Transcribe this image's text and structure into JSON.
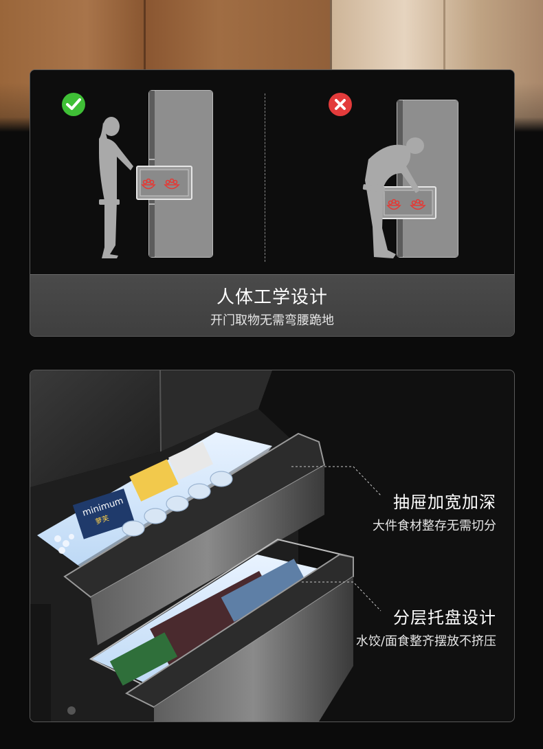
{
  "ergonomics": {
    "title": "人体工学设计",
    "subtitle": "开门取物无需弯腰跪地",
    "correct_icon": "check-icon",
    "wrong_icon": "cross-icon"
  },
  "drawers": {
    "features": [
      {
        "title": "抽屉加宽加深",
        "subtitle": "大件食材整存无需切分"
      },
      {
        "title": "分层托盘设计",
        "subtitle": "水饺/面食整齐摆放不挤压"
      }
    ],
    "package_labels": [
      "minimum",
      "萝芙"
    ]
  },
  "colors": {
    "correct": "#3fbf36",
    "wrong": "#e33b3b",
    "card_border": "#5a5a5a",
    "caption_bg": "#444444",
    "text": "#ffffff"
  }
}
